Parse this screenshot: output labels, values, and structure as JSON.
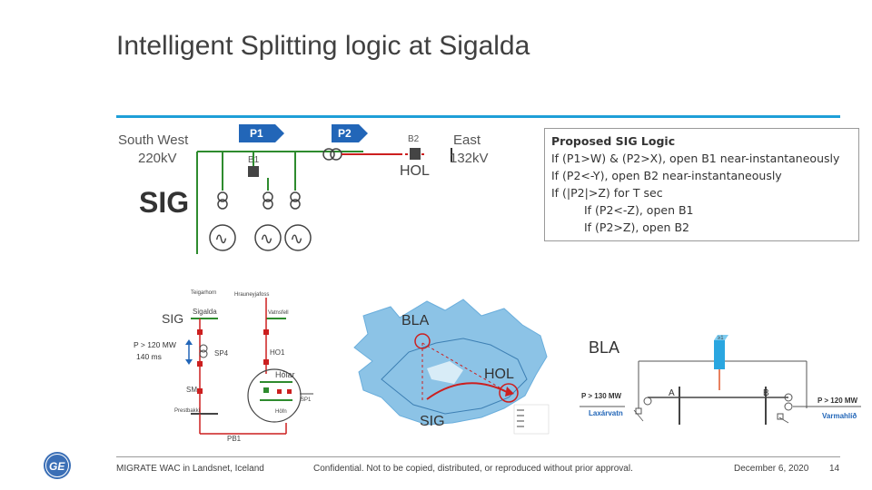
{
  "slide": {
    "title": "Intelligent Splitting logic at Sigalda"
  },
  "single_line": {
    "south_west": "South West",
    "south_west_voltage": "220kV",
    "east": "East",
    "east_voltage": "132kV",
    "p1": "P1",
    "p2": "P2",
    "b1": "B1",
    "b2": "B2",
    "hol": "HOL",
    "sig": "SIG"
  },
  "logic": {
    "heading": "Proposed SIG Logic",
    "lines": [
      "If (P1>W) & (P2>X), open B1  near-instantaneously",
      "If (P2<-Y), open B2  near-instantaneously",
      "If (|P2|>Z) for T sec",
      "If (P2<-Z), open B1",
      "If (P2>Z), open B2"
    ]
  },
  "schematic": {
    "sig": "SIG",
    "sigalda": "Sigalda",
    "hrauneyjafoss": "Hrauneyjafoss",
    "vatnsfell": "Vatnsfell",
    "p_limit": "P > 120 MW",
    "time": "140 ms",
    "sp4": "SP4",
    "ho1": "HO1",
    "holar": "Hólar",
    "sm": "SM",
    "sp1": "SP1",
    "prestbakki": "Prestbakki",
    "pb1": "PB1",
    "teigarhorn": "Teigarhorn",
    "hofn": "Höfn"
  },
  "map_labels": {
    "bla": "BLA",
    "hol": "HOL",
    "sig": "SIG"
  },
  "system": {
    "bla": "BLA",
    "a": "A",
    "b": "B",
    "p_left": "P > 130 MW",
    "p_right": "P > 120 MW",
    "laxarvatn": "Laxárvatn",
    "varmahlid": "Varmahlíð",
    "relay": "≥1"
  },
  "footer": {
    "project": "MIGRATE WAC in Landsnet, Iceland",
    "confidential": "Confidential. Not to be copied, distributed, or reproduced without prior approval.",
    "date": "December 6, 2020",
    "page": "14",
    "logo": "GE"
  },
  "colors": {
    "accent": "#1e9fd8",
    "green": "#2e8b2e",
    "red": "#cc1f1f",
    "ge_blue": "#3b6fb6"
  }
}
